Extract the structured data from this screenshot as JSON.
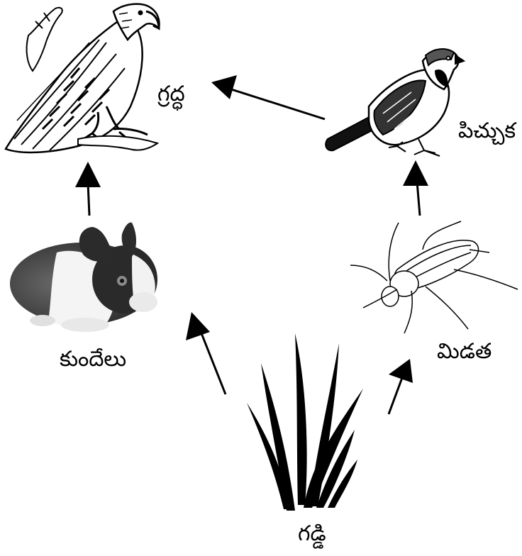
{
  "labels": {
    "eagle": "గ్రద్ధ",
    "sparrow": "పిచ్చుక",
    "rabbit": "కుందేలు",
    "grasshopper": "మిడత",
    "grass": "గడ్డి"
  },
  "food_chain": [
    {
      "from": "grass",
      "to": "rabbit"
    },
    {
      "from": "grass",
      "to": "grasshopper"
    },
    {
      "from": "grasshopper",
      "to": "sparrow"
    },
    {
      "from": "rabbit",
      "to": "eagle"
    },
    {
      "from": "sparrow",
      "to": "eagle"
    }
  ]
}
